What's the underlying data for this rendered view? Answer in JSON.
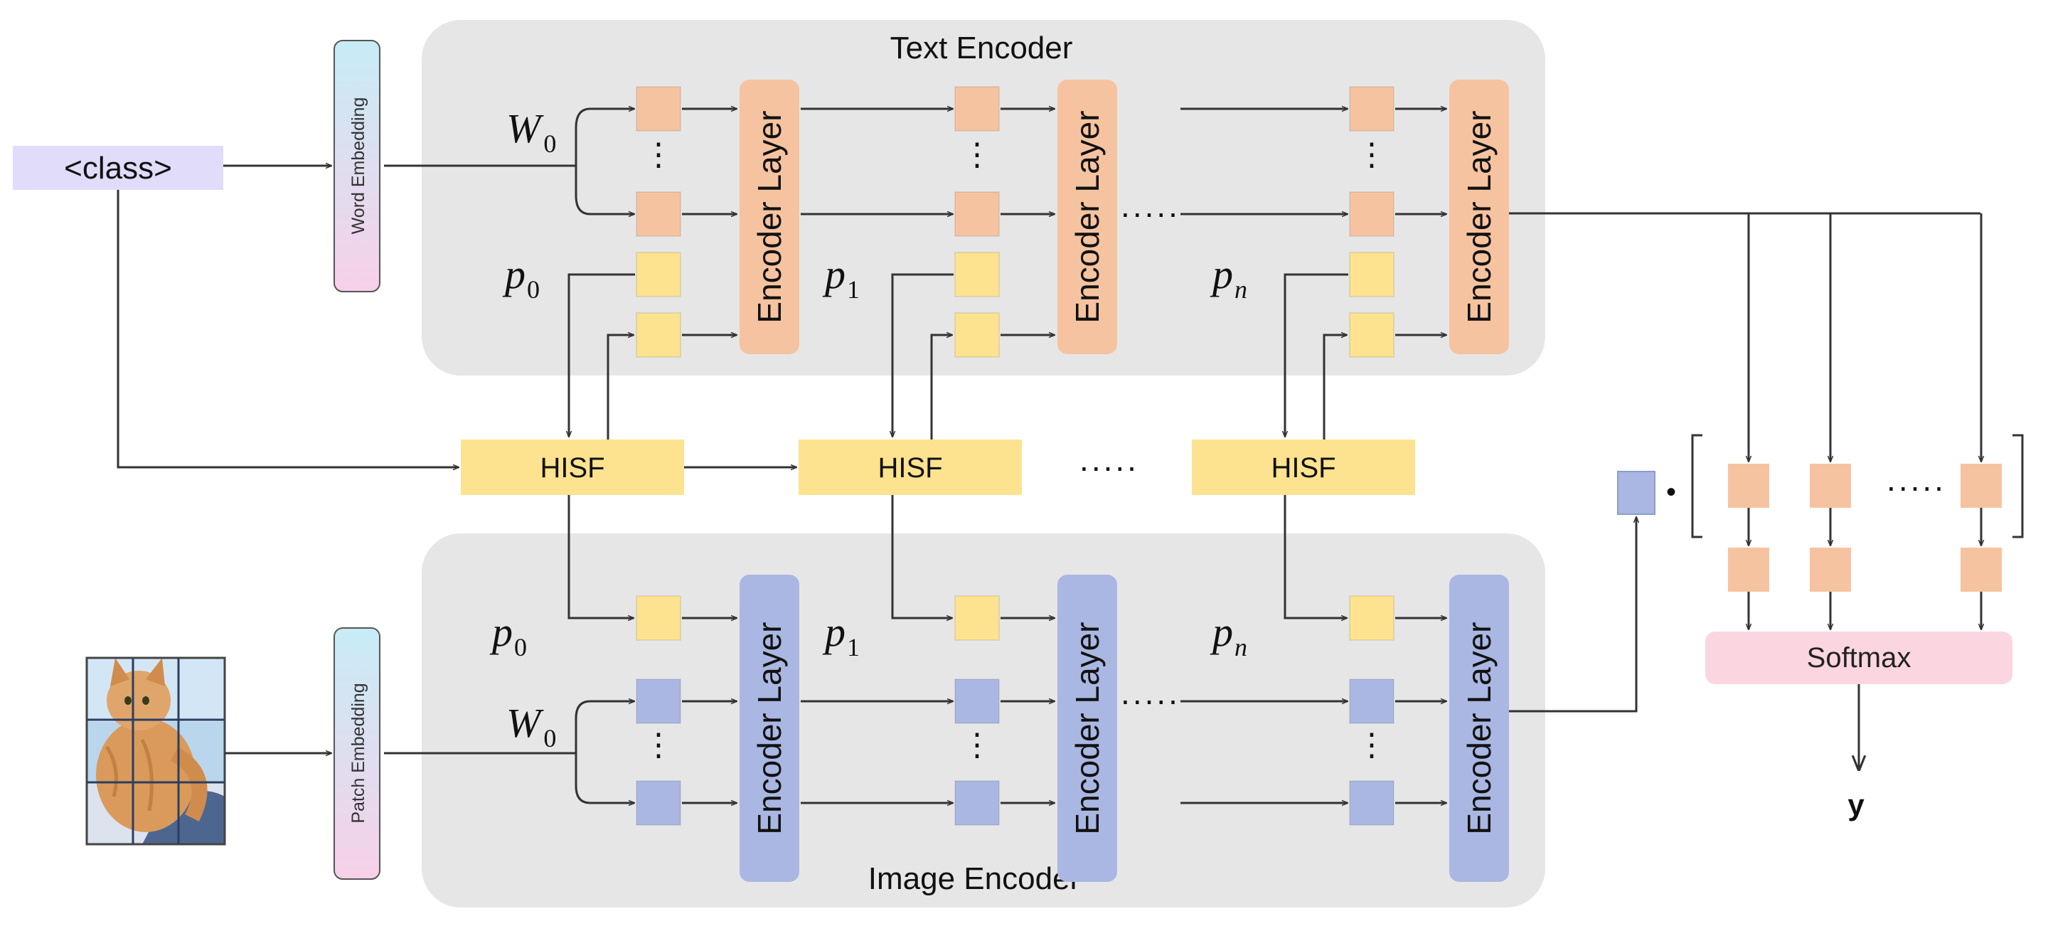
{
  "text_encoder": {
    "title": "Text Encoder",
    "input_symbol": "W",
    "input_subscript": "0",
    "prompt_symbol": "p",
    "prompt_subscripts": [
      "0",
      "1",
      "n"
    ],
    "layer_label": "Encoder Layer"
  },
  "image_encoder": {
    "title": "Image Encoder",
    "input_symbol": "W",
    "input_subscript": "0",
    "prompt_symbol": "p",
    "prompt_subscripts": [
      "0",
      "1",
      "n"
    ],
    "layer_label": "Encoder Layer"
  },
  "class_input": {
    "label": "<class>"
  },
  "word_embedding": {
    "label": "Word Embedding"
  },
  "patch_embedding": {
    "label": "Patch Embedding"
  },
  "hisf": {
    "label": "HISF",
    "ellipsis": "....."
  },
  "ellipsis_h": ".....",
  "ellipsis_v": "⋮",
  "dot_product": "•",
  "softmax": {
    "label": "Softmax"
  },
  "output": {
    "label": "y"
  },
  "colors": {
    "panel": "#e6e6e6",
    "text_token": "#f6c3a0",
    "image_token": "#a9b7e2",
    "prompt_token": "#fde38f",
    "hisf": "#fde38f",
    "class_box": "#e1dcfa",
    "softmax": "#fbd6e0",
    "embedding_gradient_top": "#c7ecf6",
    "embedding_gradient_bottom": "#f7d0e8"
  }
}
